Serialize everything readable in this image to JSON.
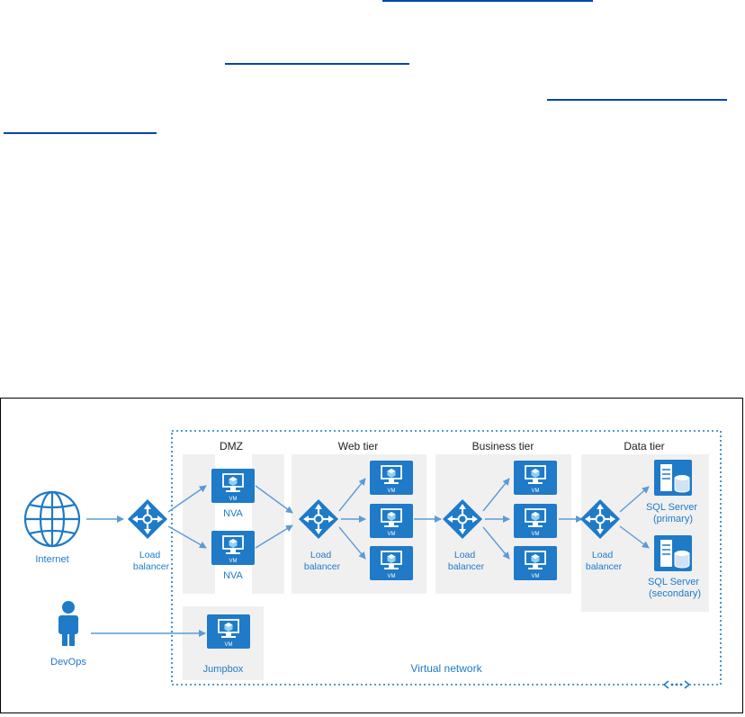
{
  "colors": {
    "accent": "#1f7ac8",
    "dark_accent": "#0f5e9c",
    "arrow": "#5b9bd5",
    "tier_bg": "#f0f0f0",
    "label": "#1f7ac8",
    "heading": "#222222",
    "link": "#0645ad"
  },
  "diagram": {
    "vnet_label": "Virtual network",
    "internet_label": "Internet",
    "devops_label": "DevOps",
    "vm_badge": "VM",
    "tiers": {
      "dmz": "DMZ",
      "web": "Web tier",
      "business": "Business tier",
      "data": "Data tier"
    },
    "lb_label": [
      "Load",
      "balancer"
    ],
    "nva_label": "NVA",
    "jumpbox_label": "Jumpbox",
    "sql_primary": [
      "SQL Server",
      "(primary)"
    ],
    "sql_secondary": [
      "SQL Server",
      "(secondary)"
    ]
  },
  "icons": [
    "globe-icon",
    "person-icon",
    "load-balancer-icon",
    "vm-icon",
    "sql-server-icon",
    "vnet-icon"
  ]
}
